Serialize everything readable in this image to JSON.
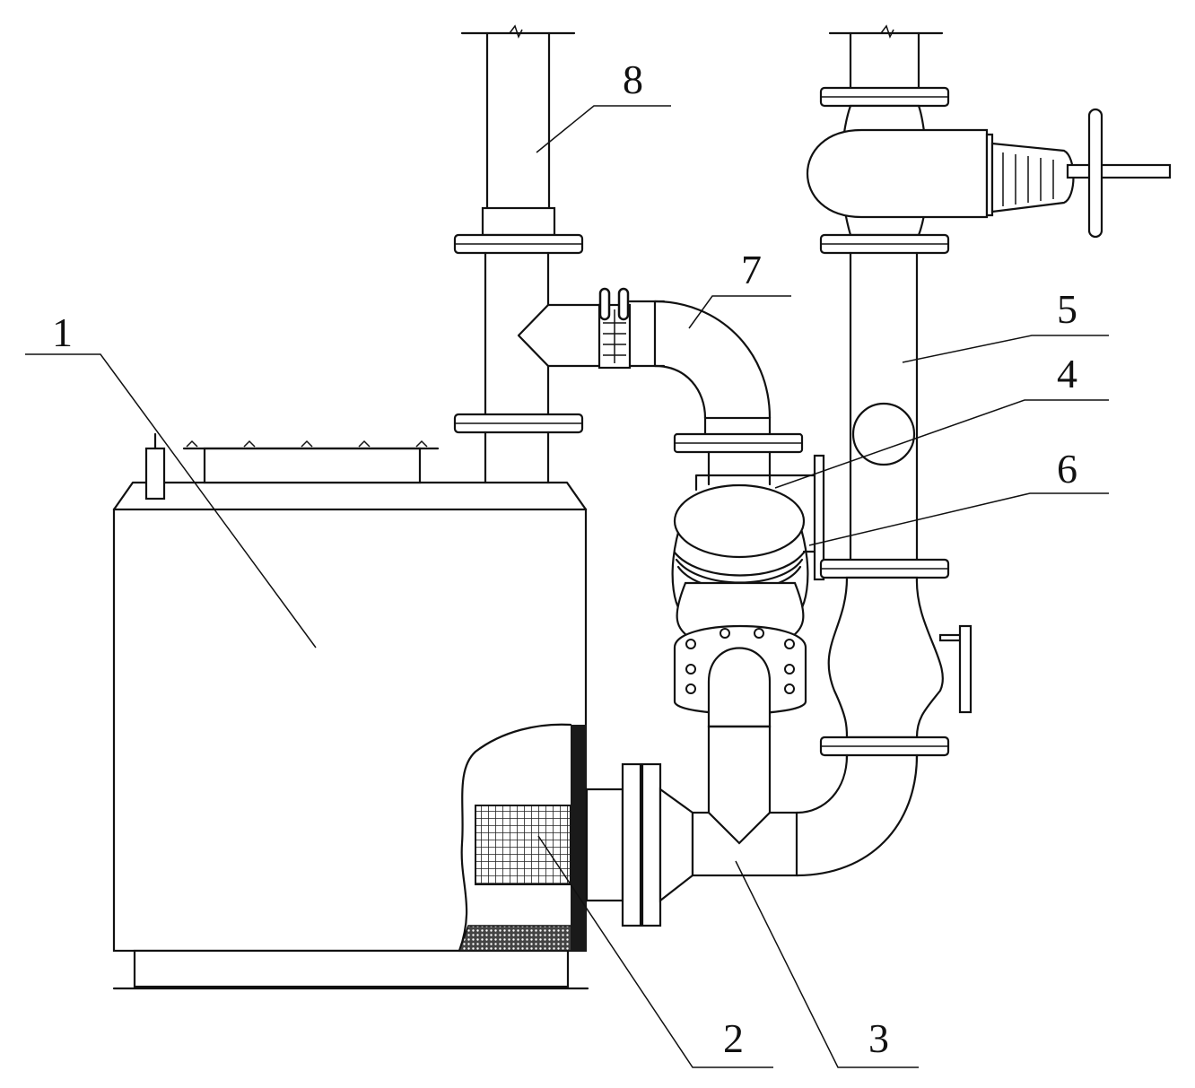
{
  "callouts": [
    {
      "id": "1",
      "text": "1"
    },
    {
      "id": "2",
      "text": "2"
    },
    {
      "id": "3",
      "text": "3"
    },
    {
      "id": "4",
      "text": "4"
    },
    {
      "id": "5",
      "text": "5"
    },
    {
      "id": "6",
      "text": "6"
    },
    {
      "id": "7",
      "text": "7"
    },
    {
      "id": "8",
      "text": "8"
    }
  ],
  "colors": {
    "line": "#111111",
    "hatch": "#333333",
    "background": "#ffffff"
  }
}
